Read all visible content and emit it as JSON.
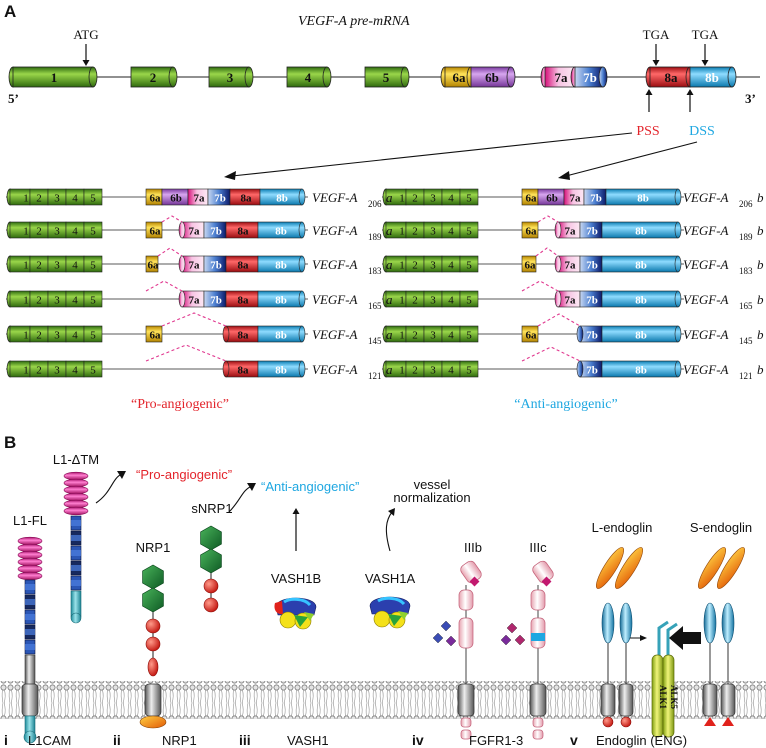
{
  "panel_a": {
    "letter": "A",
    "title": "VEGF-A pre-mRNA",
    "atg": "ATG",
    "tga1": "TGA",
    "tga2": "TGA",
    "five_prime": "5’",
    "three_prime": "3’",
    "pss": "PSS",
    "dss": "DSS",
    "exons": [
      "1",
      "2",
      "3",
      "4",
      "5",
      "6a",
      "6b",
      "7a",
      "7b",
      "8a",
      "8b"
    ],
    "isoforms_a": [
      {
        "name": "VEGF-A",
        "num": "206",
        "suffix": "a"
      },
      {
        "name": "VEGF-A",
        "num": "189",
        "suffix": "a"
      },
      {
        "name": "VEGF-A",
        "num": "183",
        "suffix": "a"
      },
      {
        "name": "VEGF-A",
        "num": "165",
        "suffix": "a"
      },
      {
        "name": "VEGF-A",
        "num": "145",
        "suffix": "a"
      },
      {
        "name": "VEGF-A",
        "num": "121",
        "suffix": "a"
      }
    ],
    "isoforms_b": [
      {
        "name": "VEGF-A",
        "num": "206",
        "suffix": "b"
      },
      {
        "name": "VEGF-A",
        "num": "189",
        "suffix": "b"
      },
      {
        "name": "VEGF-A",
        "num": "183",
        "suffix": "b"
      },
      {
        "name": "VEGF-A",
        "num": "165",
        "suffix": "b"
      },
      {
        "name": "VEGF-A",
        "num": "145",
        "suffix": "b"
      },
      {
        "name": "VEGF-A",
        "num": "121",
        "suffix": "b"
      }
    ],
    "pro_label": "“Pro-angiogenic”",
    "anti_label": "“Anti-angiogenic”"
  },
  "panel_b": {
    "letter": "B",
    "l1_dtm": "L1-ΔTM",
    "l1_fl": "L1-FL",
    "pro_label": "“Pro-angiogenic”",
    "nrp1": "NRP1",
    "snrp1": "sNRP1",
    "anti_label": "“Anti-angiogenic”",
    "vessel": "vessel",
    "normalization": "normalization",
    "vash1b": "VASH1B",
    "vash1a": "VASH1A",
    "iiib": "IIIb",
    "iiic": "IIIc",
    "l_endoglin": "L-endoglin",
    "s_endoglin": "S-endoglin",
    "alk1": "ALK1",
    "alk5": "ALK5",
    "bottom": [
      {
        "num": "i",
        "label": "L1CAM"
      },
      {
        "num": "ii",
        "label": "NRP1"
      },
      {
        "num": "iii",
        "label": "VASH1"
      },
      {
        "num": "iv",
        "label": "FGFR1-3"
      },
      {
        "num": "v",
        "label": "Endoglin (ENG)"
      }
    ]
  },
  "colors": {
    "green": "#5aa51c",
    "yellow": "#f2c318",
    "purple": "#b46bd0",
    "pink": "#ee84c8",
    "blue7b": "#3e78c4",
    "red": "#e3242b",
    "cyan": "#1ea7e1",
    "pro_red": "#e3242b",
    "anti_cyan": "#1ea7e1",
    "magenta": "#e0388f"
  }
}
